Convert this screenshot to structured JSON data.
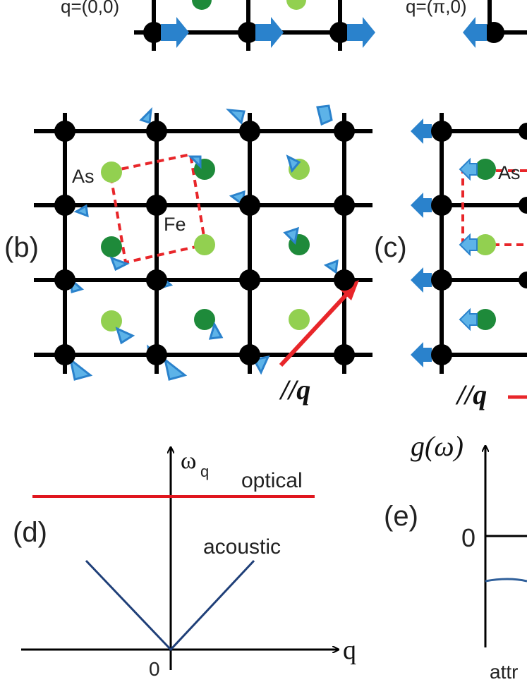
{
  "colors": {
    "lattice": "#000000",
    "fe_atom": "#000000",
    "as_dark": "#1e8a3a",
    "as_light": "#92d050",
    "spin_arrow": "#2a82cc",
    "spin_arrow_fill": "#5db3e8",
    "wavevector": "#e8262a",
    "optical_branch": "#e0161e",
    "acoustic_branch": "#1f3f78",
    "dos_curve": "#2f5f9a"
  },
  "panel_a": {
    "q_left": "q=(0,0)",
    "q_right": "q=(π,0)"
  },
  "panel_b": {
    "label": "(b)",
    "as_label": "As",
    "fe_label": "Fe",
    "q_label": "//q"
  },
  "panel_c": {
    "label": "(c)",
    "as_label": "As",
    "q_label": "//q"
  },
  "panel_d": {
    "label": "(d)",
    "y_axis": "ω",
    "y_axis_sub": "q",
    "x_axis": "q",
    "origin": "0",
    "optical_label": "optical",
    "acoustic_label": "acoustic"
  },
  "panel_e": {
    "label": "(e)",
    "y_axis": "g(ω)",
    "zero_label": "0",
    "bottom_label": "attr"
  }
}
